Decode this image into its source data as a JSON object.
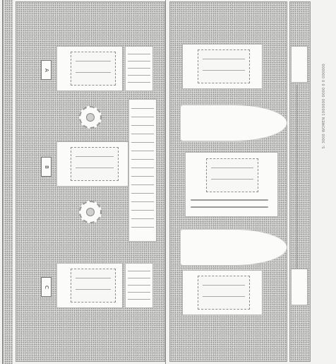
{
  "tags": {
    "top": "A",
    "middle": "B",
    "bottom": "C"
  },
  "caption": "S: 3000 WOMEN 1000000 0000 0 0 000000"
}
